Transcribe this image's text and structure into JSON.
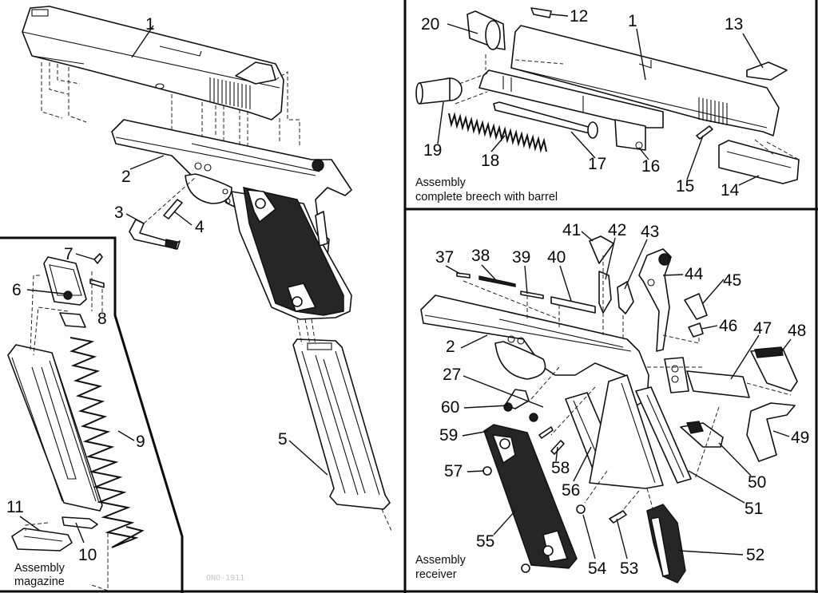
{
  "diagram": {
    "type": "exploded-parts-diagram",
    "subject": "1911-style pistol",
    "panels": [
      {
        "id": "main",
        "caption": null,
        "callouts": [
          "1",
          "2",
          "3",
          "4",
          "5"
        ]
      },
      {
        "id": "magazine",
        "caption_lines": [
          "Assembly",
          "magazine"
        ],
        "callouts": [
          "6",
          "7",
          "8",
          "9",
          "10",
          "11"
        ]
      },
      {
        "id": "breech",
        "caption_lines": [
          "Assembly",
          "complete breech with barrel"
        ],
        "callouts": [
          "20",
          "12",
          "1",
          "13",
          "19",
          "18",
          "17",
          "16",
          "15",
          "14"
        ]
      },
      {
        "id": "receiver",
        "caption_lines": [
          "Assembly",
          "receiver"
        ],
        "callouts": [
          "41",
          "42",
          "43",
          "44",
          "45",
          "46",
          "47",
          "48",
          "37",
          "38",
          "39",
          "40",
          "2",
          "27",
          "60",
          "59",
          "57",
          "58",
          "56",
          "55",
          "54",
          "53",
          "52",
          "51",
          "50",
          "49"
        ]
      }
    ],
    "watermark": "ONO-1911"
  },
  "labels": {
    "main": {
      "c1": "1",
      "c2": "2",
      "c3": "3",
      "c4": "4",
      "c5": "5"
    },
    "magazine": {
      "c6": "6",
      "c7": "7",
      "c8": "8",
      "c9": "9",
      "c10": "10",
      "c11": "11",
      "cap1": "Assembly",
      "cap2": "magazine"
    },
    "breech": {
      "c20": "20",
      "c12": "12",
      "c1": "1",
      "c13": "13",
      "c19": "19",
      "c18": "18",
      "c17": "17",
      "c16": "16",
      "c15": "15",
      "c14": "14",
      "cap1": "Assembly",
      "cap2": "complete breech with barrel"
    },
    "receiver": {
      "c41": "41",
      "c42": "42",
      "c43": "43",
      "c44": "44",
      "c45": "45",
      "c46": "46",
      "c47": "47",
      "c48": "48",
      "c37": "37",
      "c38": "38",
      "c39": "39",
      "c40": "40",
      "c2": "2",
      "c27": "27",
      "c60": "60",
      "c59": "59",
      "c57": "57",
      "c58": "58",
      "c56": "56",
      "c55": "55",
      "c54": "54",
      "c53": "53",
      "c52": "52",
      "c51": "51",
      "c50": "50",
      "c49": "49",
      "cap1": "Assembly",
      "cap2": "receiver"
    }
  }
}
